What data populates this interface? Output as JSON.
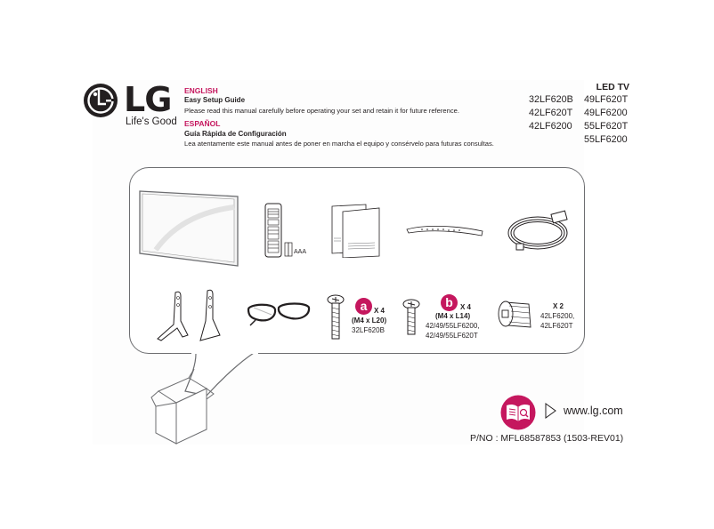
{
  "header": {
    "logo": {
      "name": "LG",
      "tagline": "Life's Good",
      "icon": "lg-logo-icon"
    },
    "english": {
      "language": "ENGLISH",
      "title": "Easy Setup Guide",
      "description": "Please read this manual carefully before operating your set and retain it for future reference."
    },
    "spanish": {
      "language": "ESPAÑOL",
      "title": "Guía Rápida de Configuración",
      "description": "Lea atentamente este manual antes de poner en marcha el equipo y consérvelo para futuras consultas."
    },
    "product_type": "LED TV",
    "models_col1": [
      "32LF620B",
      "42LF620T",
      "42LF6200"
    ],
    "models_col2": [
      "49LF620T",
      "49LF6200",
      "55LF620T",
      "55LF6200"
    ]
  },
  "accessories": {
    "row1": [
      {
        "name": "tv-panel",
        "label": ""
      },
      {
        "name": "remote-control",
        "label": "AAA"
      },
      {
        "name": "manuals",
        "label": ""
      },
      {
        "name": "cable-holder",
        "label": ""
      },
      {
        "name": "power-cord",
        "label": ""
      }
    ],
    "stand": {
      "name": "stand-base"
    },
    "glasses": {
      "name": "3d-glasses"
    },
    "screw_a": {
      "badge": "a",
      "qty": "X 4",
      "size": "(M4 x L20)",
      "models": "32LF620B"
    },
    "screw_b": {
      "badge": "b",
      "qty": "X 4",
      "size": "(M4 x L14)",
      "models_line1": "42/49/55LF6200,",
      "models_line2": "42/49/55LF620T"
    },
    "ferrite": {
      "qty": "X 2",
      "models_line1": "42LF6200,",
      "models_line2": "42LF620T"
    }
  },
  "footer": {
    "website": "www.lg.com",
    "part_number": "P/NO : MFL68587853 (1503-REV01)"
  },
  "colors": {
    "accent": "#c5175e",
    "text": "#231f20",
    "line": "#6d6e71"
  }
}
